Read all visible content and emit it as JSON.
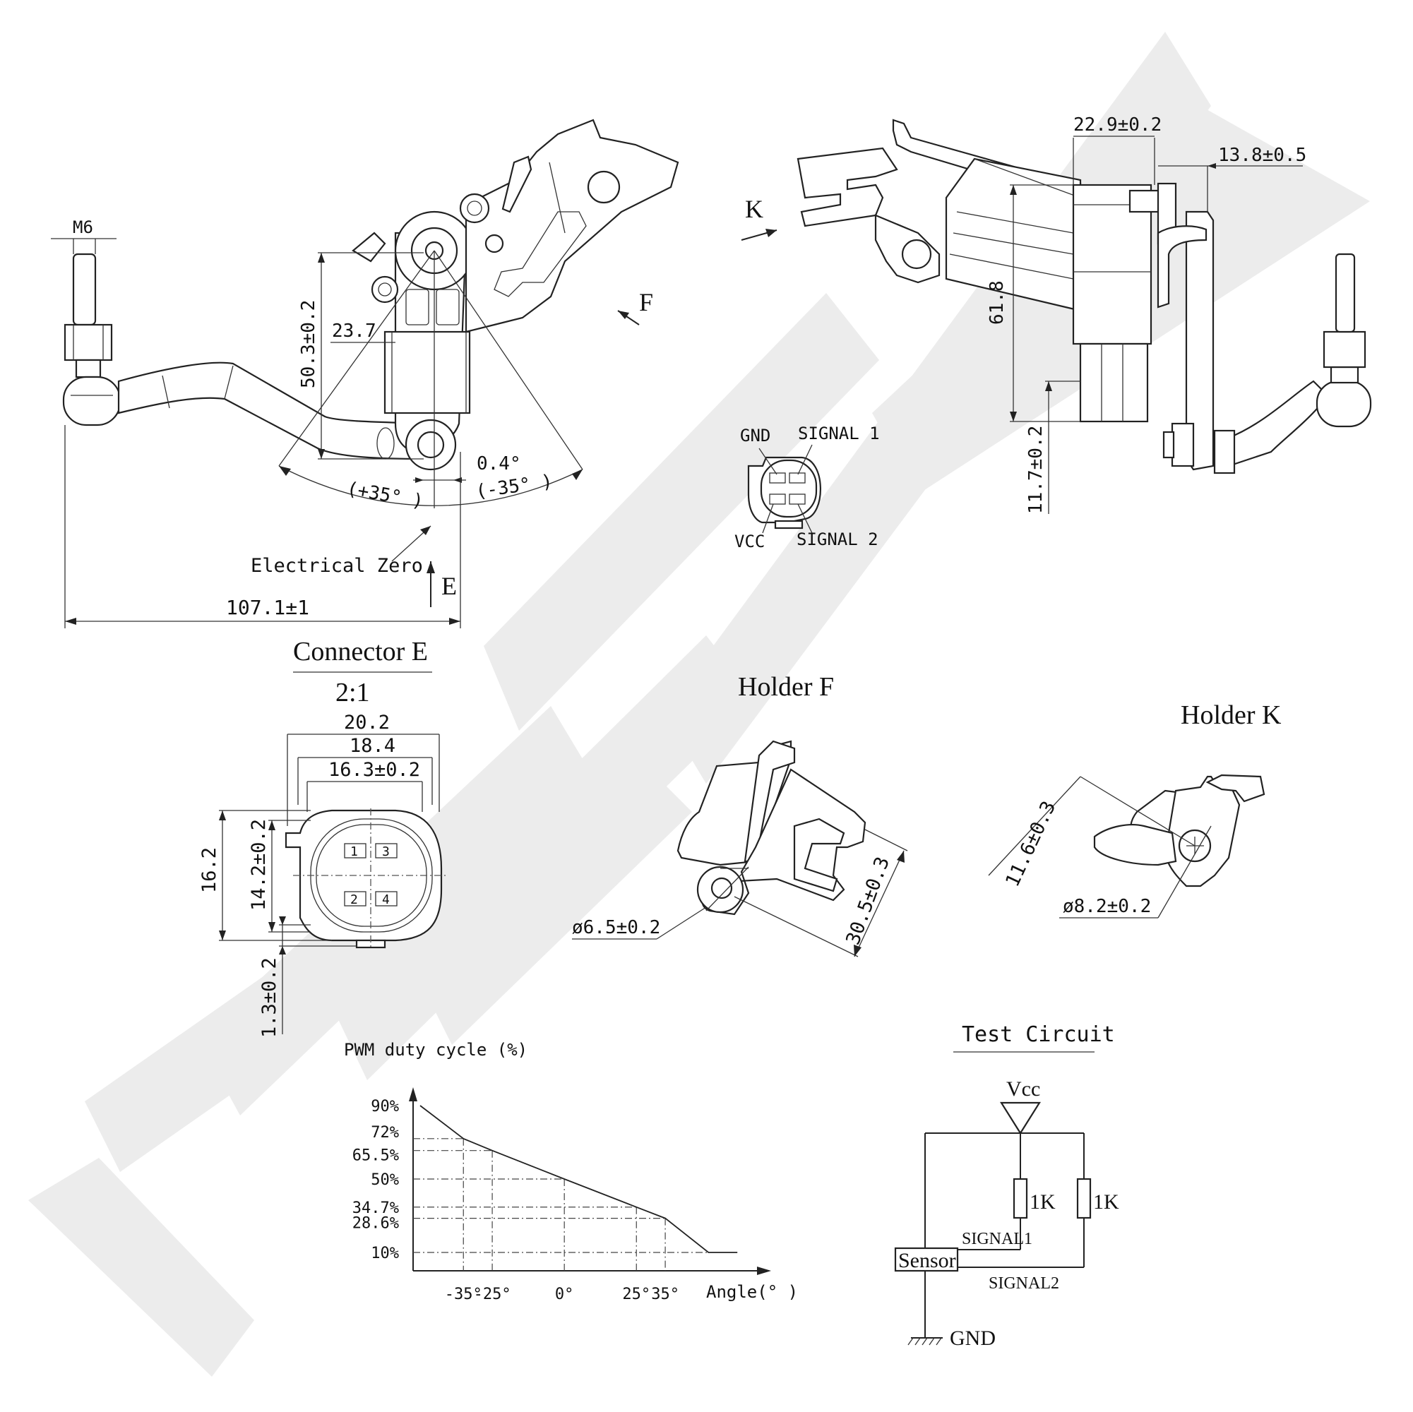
{
  "colors": {
    "line": "#222222",
    "watermark": "#ececec",
    "background": "#ffffff"
  },
  "main_view": {
    "thread": "M6",
    "height": "50.3±0.2",
    "offset": "23.7",
    "tolerance": "0.4°",
    "angle_plus": "(+35° )",
    "angle_minus": "(-35° )",
    "electrical_zero": "Electrical Zero",
    "length": "107.1±1",
    "view_e": "E",
    "view_f": "F"
  },
  "side_view": {
    "view_k": "K",
    "width_top": "22.9±0.2",
    "offset_right": "13.8±0.5",
    "height": "61.8",
    "bottom": "11.7±0.2"
  },
  "pin_labels": {
    "gnd": "GND",
    "signal1": "SIGNAL 1",
    "vcc": "VCC",
    "signal2": "SIGNAL 2"
  },
  "connector": {
    "title": "Connector E",
    "scale": "2:1",
    "width_outer": "20.2",
    "width_mid": "18.4",
    "width_inner": "16.3±0.2",
    "height_outer": "16.2",
    "height_inner": "14.2±0.2",
    "lip": "1.3±0.2",
    "pins": [
      "1",
      "3",
      "2",
      "4"
    ]
  },
  "holder_f": {
    "title": "Holder F",
    "hole": "ø6.5±0.2",
    "length": "30.5±0.3"
  },
  "holder_k": {
    "title": "Holder K",
    "distance": "11.6±0.3",
    "hole": "ø8.2±0.2"
  },
  "chart_data": {
    "type": "line",
    "title": "PWM duty cycle (%)",
    "xlabel": "Angle(° )",
    "ylabel": "",
    "x_ticks": [
      "-35°",
      "-25°",
      "0°",
      "25°",
      "35°"
    ],
    "y_ticks": [
      "90%",
      "72%",
      "65.5%",
      "50%",
      "34.7%",
      "28.6%",
      "10%"
    ],
    "series": [
      {
        "x": [
          -50,
          -35,
          -25,
          0,
          25,
          35,
          50,
          60
        ],
        "y": [
          90,
          72,
          65.5,
          50,
          34.7,
          28.6,
          10,
          10
        ]
      }
    ]
  },
  "circuit": {
    "title": "Test Circuit",
    "vcc": "Vcc",
    "r1": "1K",
    "r2": "1K",
    "signal1": "SIGNAL1",
    "signal2": "SIGNAL2",
    "sensor": "Sensor",
    "gnd": "GND"
  }
}
